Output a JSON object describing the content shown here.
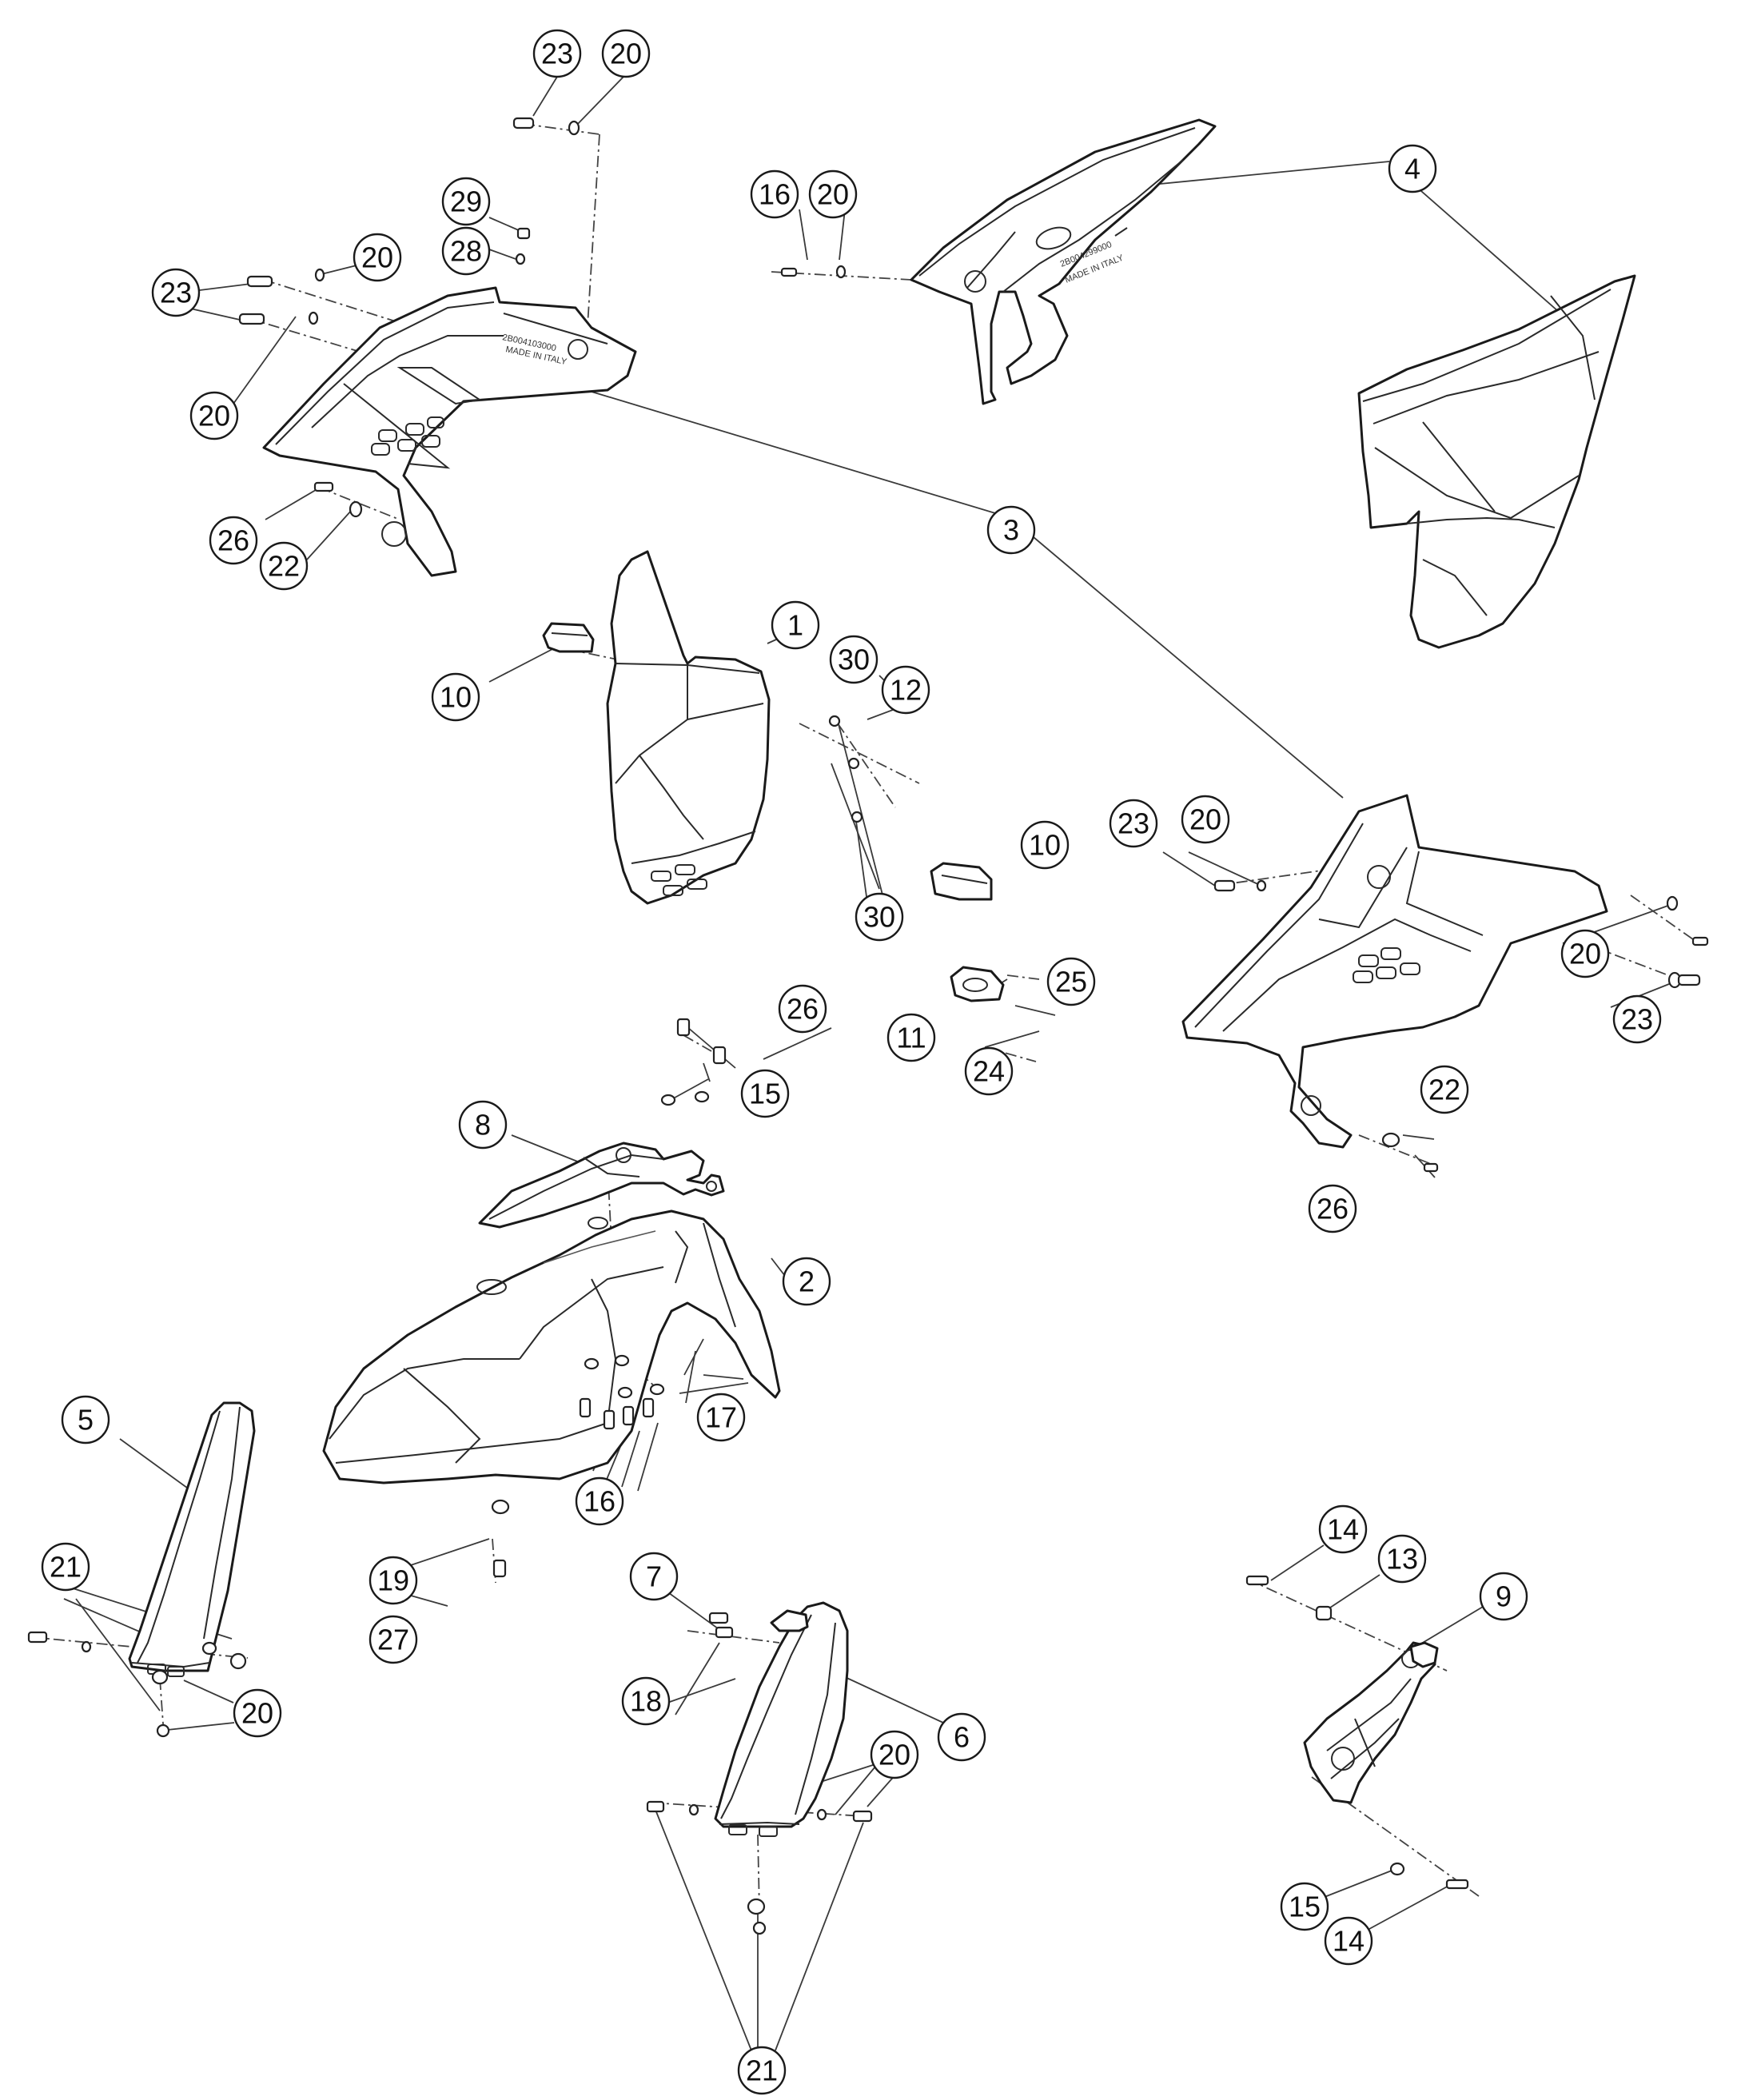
{
  "callouts": {
    "c1": "1",
    "c2": "2",
    "c3": "3",
    "c4": "4",
    "c5": "5",
    "c6": "6",
    "c7": "7",
    "c8": "8",
    "c9": "9",
    "c10a": "10",
    "c10b": "10",
    "c11": "11",
    "c12": "12",
    "c13": "13",
    "c14a": "14",
    "c14b": "14",
    "c15a": "15",
    "c15b": "15",
    "c16a": "16",
    "c16b": "16",
    "c17": "17",
    "c18": "18",
    "c19": "19",
    "c20a": "20",
    "c20b": "20",
    "c20c": "20",
    "c20d": "20",
    "c20e": "20",
    "c20f": "20",
    "c20g": "20",
    "c20h": "20",
    "c21a": "21",
    "c21b": "21",
    "c22a": "22",
    "c22b": "22",
    "c23a": "23",
    "c23b": "23",
    "c23c": "23",
    "c23d": "23",
    "c24": "24",
    "c25": "25",
    "c26a": "26",
    "c26b": "26",
    "c26c": "26",
    "c27": "27",
    "c28": "28",
    "c29": "29",
    "c30a": "30",
    "c30b": "30"
  },
  "part_markings": {
    "left_panel_code": "2B004103000",
    "left_panel_origin": "MADE IN ITALY",
    "side_panel_code": "2B004299000",
    "side_panel_origin": "MADE IN ITALY"
  }
}
